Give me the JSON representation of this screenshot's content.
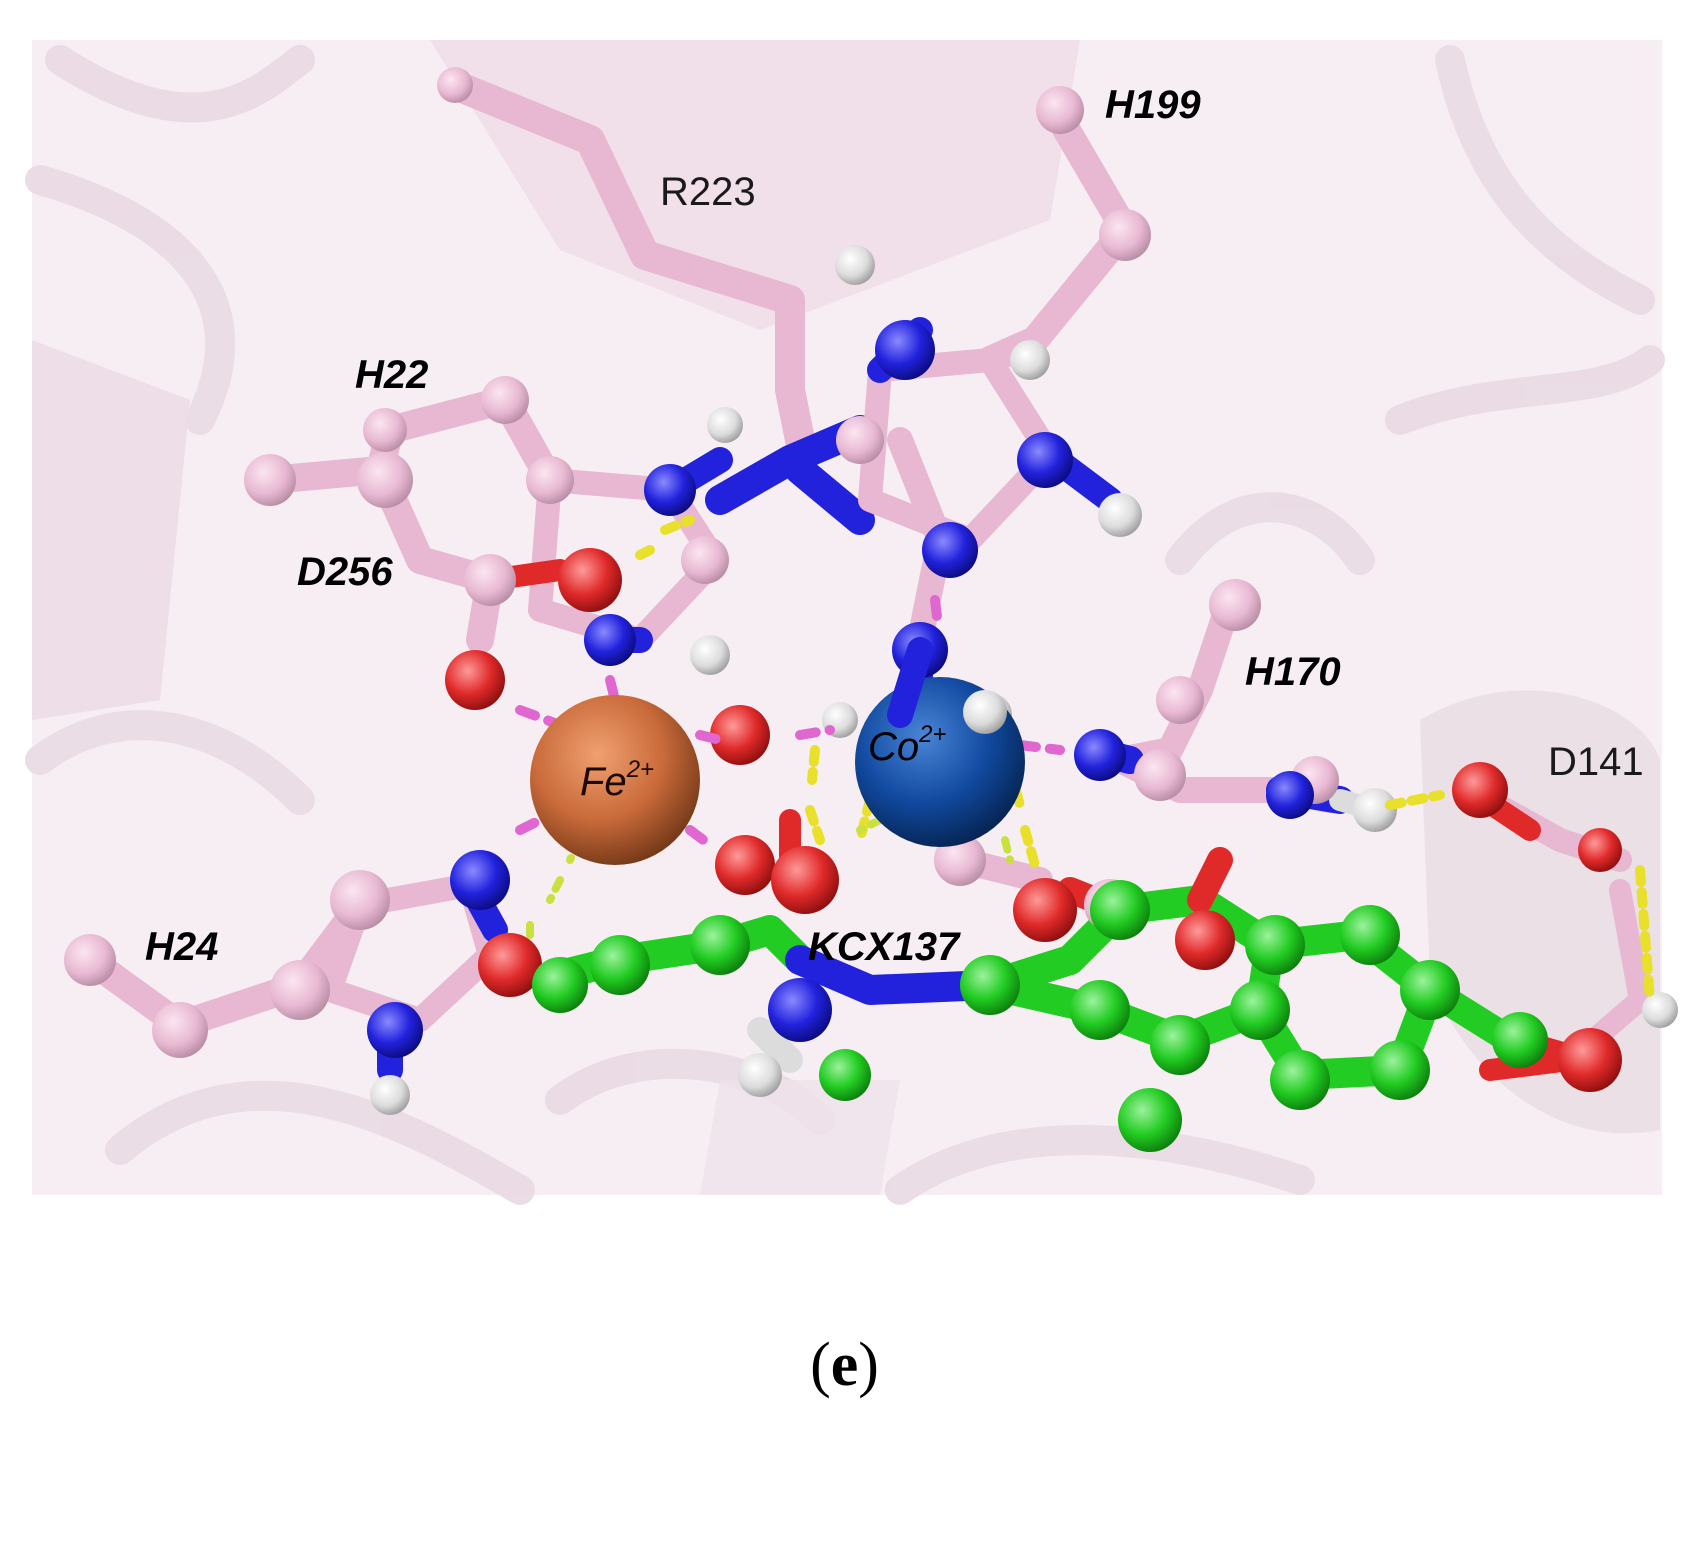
{
  "figure": {
    "panel_label": "e",
    "panel_paren_open": "(",
    "panel_paren_close": ")"
  },
  "labels": {
    "r223": "R223",
    "h199": "H199",
    "h22": "H22",
    "d256": "D256",
    "h170": "H170",
    "d141": "D141",
    "h24": "H24",
    "kcx137": "KCX137"
  },
  "ions": {
    "fe": {
      "symbol": "Fe",
      "charge": "2+"
    },
    "co": {
      "symbol": "Co",
      "charge": "2+"
    }
  },
  "colors": {
    "protein_cartoon": "#f3e6ee",
    "carbon_protein": "#e8b8d2",
    "carbon_ligand": "#22cc22",
    "nitrogen": "#2222dd",
    "oxygen": "#e02a2a",
    "hydrogen": "#e4e4e4",
    "iron": "#c96a3a",
    "cobalt": "#114aa0",
    "hbond": "#e8e02a",
    "metal_contact": "#e066d0"
  }
}
